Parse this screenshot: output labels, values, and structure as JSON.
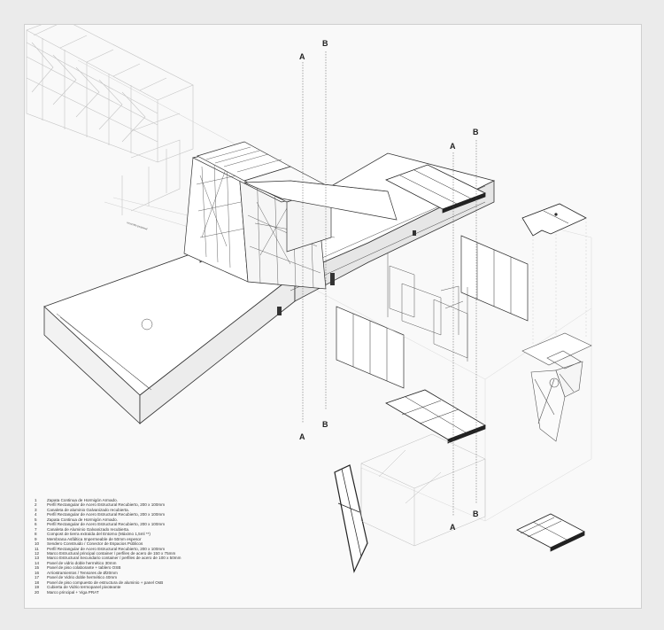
{
  "section_labels": {
    "a": "A",
    "b": "B"
  },
  "path_label": "recorrido peatonal",
  "legend": [
    {
      "n": "1",
      "text": "Zapata Continua de Hormigón Armado."
    },
    {
      "n": "2",
      "text": "Perfil Rectangular de Acero Estructural Recubierto, 200 x 100mm"
    },
    {
      "n": "3",
      "text": "Canaleta de aluminio Galvanizado recubierta."
    },
    {
      "n": "4",
      "text": "Perfil Rectangular de Acero Estructural Recubierto, 200 x 100mm"
    },
    {
      "n": "5",
      "text": "Zapata Continua de Hormigón Armado."
    },
    {
      "n": "6",
      "text": "Perfil Rectangular de Acero Estructural Recubierto, 200 x 100mm"
    },
    {
      "n": "7",
      "text": "Canaleta de Aluminio Galvanizado recubierta."
    },
    {
      "n": "8",
      "text": "Compost de tierra extraída del Entorno (Máximo 1,5ml **)"
    },
    {
      "n": "9",
      "text": "Membrana Asfáltica Impermeable de 50mm espesor"
    },
    {
      "n": "10",
      "text": "Sendero Construido / Conector de Espacios Públicos"
    },
    {
      "n": "11",
      "text": "Perfil Rectangular de Acero Estructural Recubierto, 200 x 100mm"
    },
    {
      "n": "12",
      "text": "Marco Estructural principal container / perfiles de acero de 150 x 75mm"
    },
    {
      "n": "13",
      "text": "Marco Estructural Secundario container / perfiles de acero de 100 x 50mm"
    },
    {
      "n": "14",
      "text": "Panel de vidrio doble hermético 30mm"
    },
    {
      "n": "15",
      "text": "Panel de piso colaborante + tablero OSB"
    },
    {
      "n": "16",
      "text": "Arriostramientos / Tensores de Ø20mm"
    },
    {
      "n": "17",
      "text": "Panel de Vidrio doble hermético 40mm"
    },
    {
      "n": "18",
      "text": "Panel de piso compuesto de estructura de aluminio + panel OsB"
    },
    {
      "n": "19",
      "text": "Cubierta de Vidrio termopanel pivoteante"
    },
    {
      "n": "20",
      "text": "Marco principal + Viga PRAT"
    }
  ],
  "colors": {
    "sheet": "#f9f9f9",
    "line": "#333333",
    "faint": "#bdbdbd",
    "panel_dark": "#1a1a1a"
  }
}
